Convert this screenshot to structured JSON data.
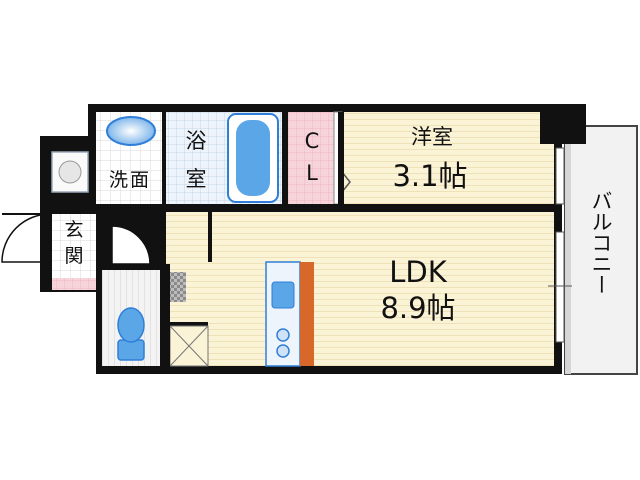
{
  "rooms": {
    "western_room": {
      "name": "洋室",
      "size": "3.1帖"
    },
    "ldk": {
      "name": "LDK",
      "size": "8.9帖"
    },
    "closet": {
      "line1": "C",
      "line2": "L"
    },
    "bath": {
      "line1": "浴",
      "line2": "室"
    },
    "washroom": {
      "line1": "洗",
      "line2": "面"
    },
    "entrance": {
      "line1": "玄",
      "line2": "関"
    }
  },
  "balcony": {
    "label": "バルコニー"
  },
  "colors": {
    "wall": "#111111",
    "floor_wood": "#fbf3d6",
    "floor_grid": "#ffffff",
    "closet_pink": "#f7d3da",
    "bath_blue": "#5aa6e6",
    "fixture_blue": "#2f7fd8",
    "kitchen_counter": "#d7682a",
    "balcony_gray": "#f0f0f0"
  }
}
